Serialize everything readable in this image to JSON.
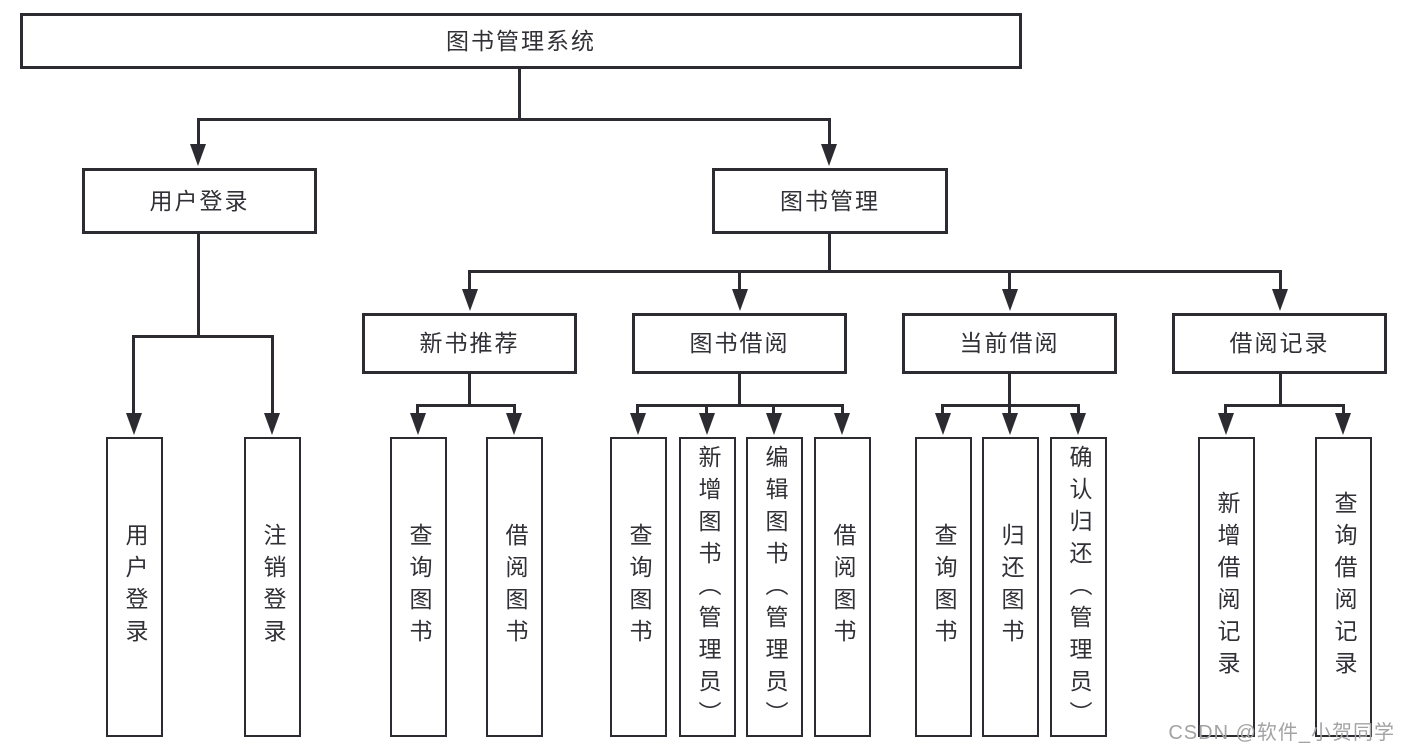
{
  "nodes": {
    "root": "图书管理系统",
    "user_login": "用户登录",
    "book_management": "图书管理",
    "new_book_recommend": "新书推荐",
    "book_borrowing": "图书借阅",
    "current_borrowing": "当前借阅",
    "borrowing_records": "借阅记录"
  },
  "leaves": {
    "user_login": [
      "用户登录",
      "注销登录"
    ],
    "new_book_recommend": [
      "查询图书",
      "借阅图书"
    ],
    "book_borrowing": [
      "查询图书",
      "新增图书（管理员）",
      "编辑图书（管理员）",
      "借阅图书"
    ],
    "current_borrowing": [
      "查询图书",
      "归还图书",
      "确认归还（管理员）"
    ],
    "borrowing_records": [
      "新增借阅记录",
      "查询借阅记录"
    ]
  },
  "watermark": "CSDN @软件_小贺同学",
  "colors": {
    "line": "#2b2b31",
    "text": "#303036",
    "background": "#ffffff",
    "watermark": "#a3a3a3"
  }
}
